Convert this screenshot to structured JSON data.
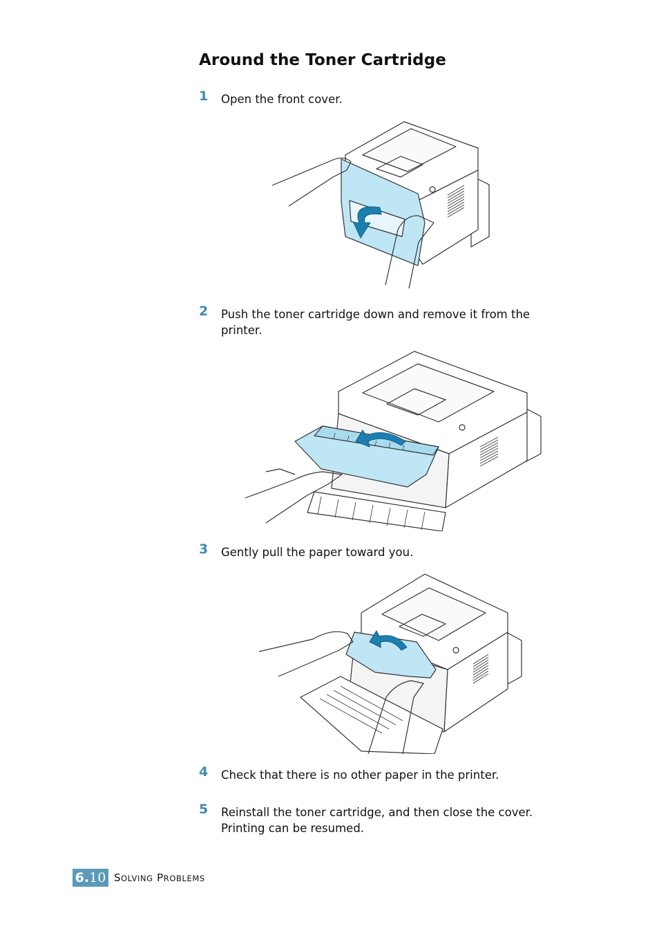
{
  "heading": "Around the Toner Cartridge",
  "steps": [
    {
      "number": "1",
      "text": "Open the front cover."
    },
    {
      "number": "2",
      "text": "Push the toner cartridge down and remove it from the printer."
    },
    {
      "number": "3",
      "text": "Gently pull the paper toward you."
    },
    {
      "number": "4",
      "text": "Check that there is no other paper in the printer."
    },
    {
      "number": "5",
      "text": "Reinstall the toner cartridge, and then close the cover. Printing can be resumed."
    }
  ],
  "footer": {
    "chapter": "6.",
    "page": "10",
    "section_first": "S",
    "section_first_rest": "OLVING",
    "section_second": "P",
    "section_second_rest": "ROBLEMS"
  },
  "colors": {
    "accent": "#3e8ab0",
    "footer_box": "#5b9ab8",
    "highlight_fill": "#bfe6f4",
    "arrow": "#1c7fb0"
  }
}
